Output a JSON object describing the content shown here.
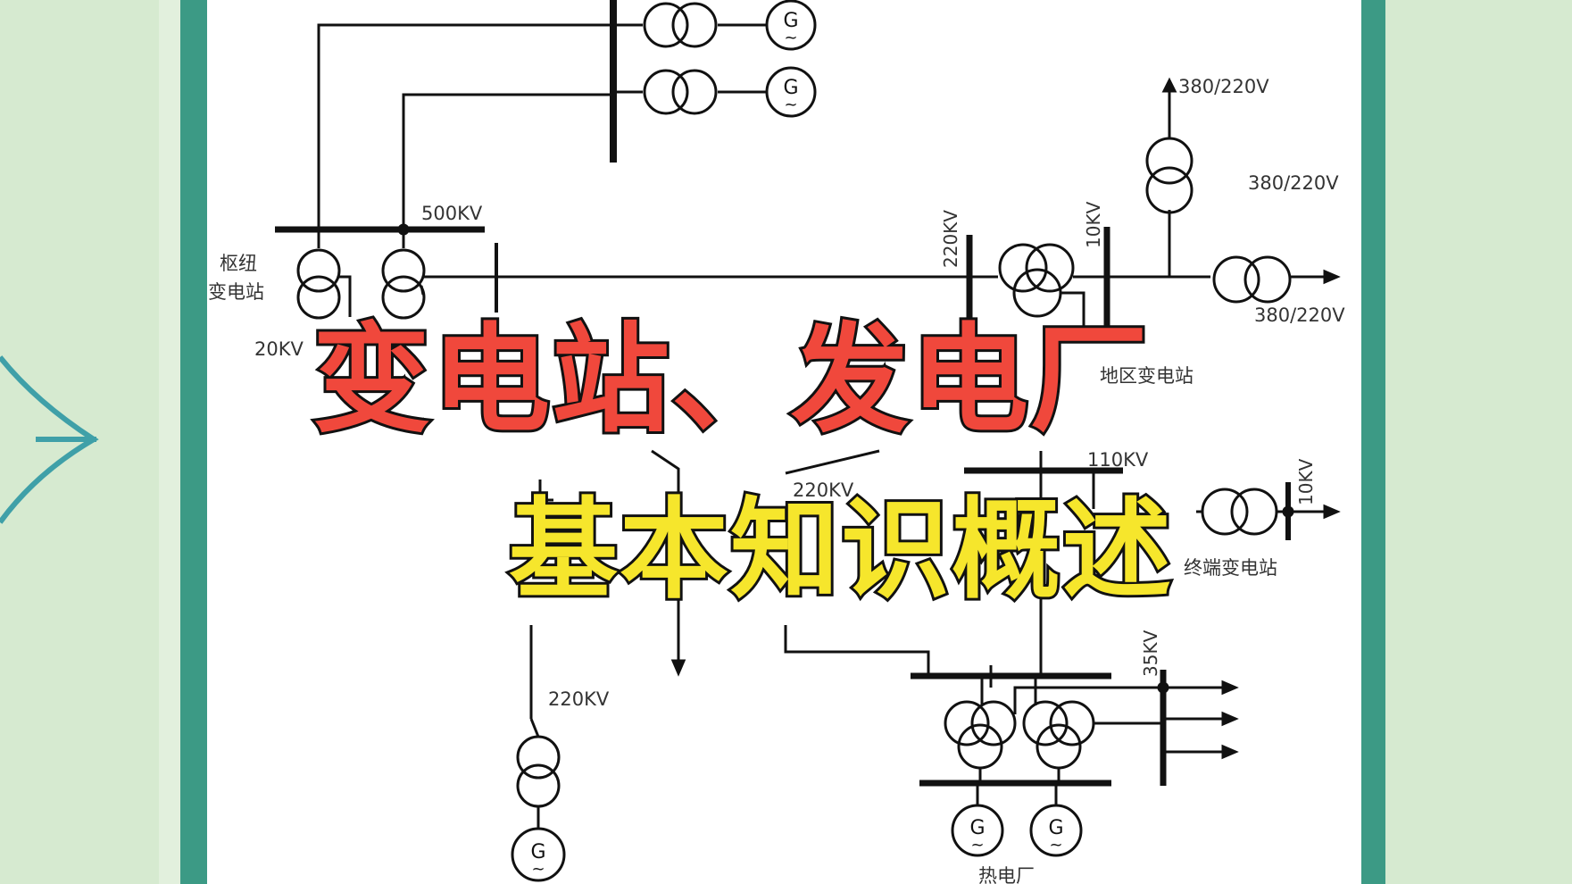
{
  "title": {
    "line1": "变电站、发电厂",
    "line2": "基本知识概述"
  },
  "diagram_labels": {
    "hub_substation_line1": "枢纽",
    "hub_substation_line2": "变电站",
    "v500": "500KV",
    "v20": "20KV",
    "v220_top": "220KV",
    "v10_top": "10KV",
    "v380_a": "380/220V",
    "v380_b": "380/220V",
    "v380_c": "380/220V",
    "regional_substation": "地区变电站",
    "v110": "110KV",
    "v220_mid": "220KV",
    "v10_right": "10KV",
    "terminal_substation": "终端变电站",
    "v35": "35KV",
    "v220_bottom": "220KV",
    "thermal_plant": "热电厂",
    "generator_symbol": "G",
    "tilde": "~"
  },
  "colors": {
    "background": "#e2f0dd",
    "frame": "#3c9a85",
    "title_red": "#f0483c",
    "title_yellow": "#f6e62c",
    "line": "#111111"
  }
}
